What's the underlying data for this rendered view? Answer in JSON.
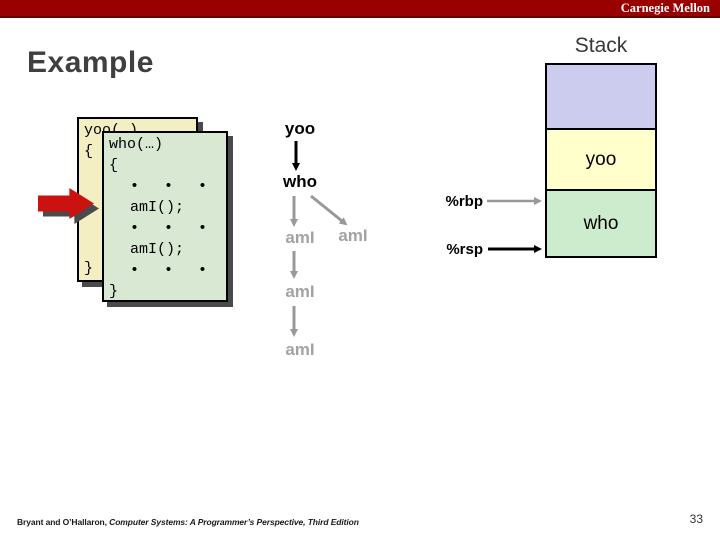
{
  "header": {
    "brand": "Carnegie Mellon"
  },
  "title": "Example",
  "cards": {
    "yoo": {
      "lines": [
        "yoo(…)",
        "{",
        "}"
      ]
    },
    "who": {
      "lines": [
        "who(…)",
        "{",
        "• • •",
        "amI();",
        "• • •",
        "amI();",
        "• • •",
        "}"
      ]
    }
  },
  "call_chain": {
    "nodes": [
      {
        "label": "yoo"
      },
      {
        "label": "who"
      },
      {
        "label": "amI"
      },
      {
        "label": "amI"
      },
      {
        "label": "amI"
      },
      {
        "label": "amI"
      }
    ]
  },
  "stack": {
    "label": "Stack",
    "frames": [
      {
        "label": ""
      },
      {
        "label": "yoo"
      },
      {
        "label": "who"
      }
    ],
    "registers": [
      {
        "name": "%rbp"
      },
      {
        "name": "%rsp"
      }
    ]
  },
  "footer": {
    "authors": "Bryant and O’Hallaron, ",
    "book": "Computer Systems: A Programmer’s Perspective, Third Edition",
    "page": "33"
  },
  "colors": {
    "brand_red": "#990000",
    "brand_red_dark": "#5a0000",
    "arrow_red": "#cc1111",
    "shadow": "#4a4a4a",
    "card_yellow": "#f3efc2",
    "card_green": "#d9e8d2",
    "stack_purple": "#ccccee",
    "stack_yellow": "#ffffcc",
    "stack_green": "#cdeccd",
    "gray": "#999999",
    "label_gray": "#a3a3a3",
    "title_color": "#3f3f3f"
  }
}
